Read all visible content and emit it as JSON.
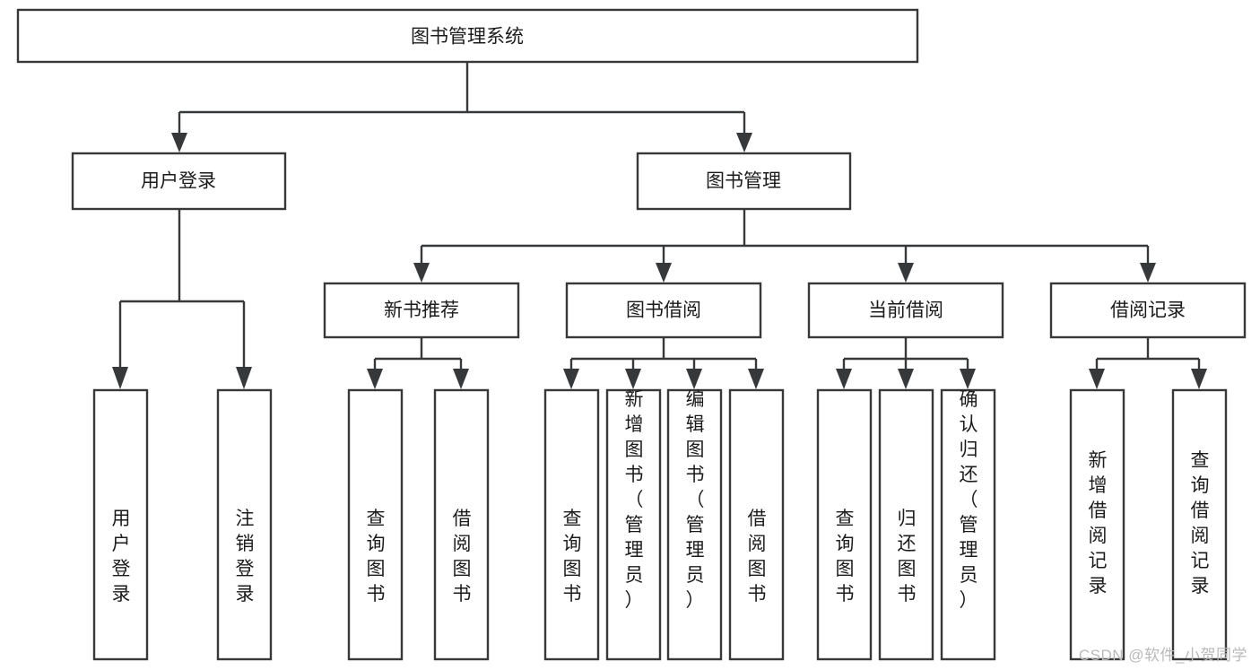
{
  "diagram": {
    "type": "tree-hierarchy",
    "title": "图书管理系统",
    "orientation": "top-down",
    "root": {
      "id": "root",
      "label": "图书管理系统",
      "level": 0
    },
    "level1": [
      {
        "id": "user-login",
        "label": "用户登录"
      },
      {
        "id": "book-manage",
        "label": "图书管理"
      }
    ],
    "level2": [
      {
        "id": "new-book-recommend",
        "label": "新书推荐",
        "parent": "book-manage"
      },
      {
        "id": "book-borrow",
        "label": "图书借阅",
        "parent": "book-manage"
      },
      {
        "id": "current-borrow",
        "label": "当前借阅",
        "parent": "book-manage"
      },
      {
        "id": "borrow-record",
        "label": "借阅记录",
        "parent": "book-manage"
      }
    ],
    "leaves": {
      "user-login": [
        {
          "id": "leaf-user-login",
          "label": "用户登录"
        },
        {
          "id": "leaf-user-logout",
          "label": "注销登录"
        }
      ],
      "new-book-recommend": [
        {
          "id": "leaf-query-book-1",
          "label": "查询图书"
        },
        {
          "id": "leaf-borrow-book-1",
          "label": "借阅图书"
        }
      ],
      "book-borrow": [
        {
          "id": "leaf-query-book-2",
          "label": "查询图书"
        },
        {
          "id": "leaf-add-book",
          "label": "新增图书（管理员）"
        },
        {
          "id": "leaf-edit-book",
          "label": "编辑图书（管理员）"
        },
        {
          "id": "leaf-borrow-book-2",
          "label": "借阅图书"
        }
      ],
      "current-borrow": [
        {
          "id": "leaf-query-book-3",
          "label": "查询图书"
        },
        {
          "id": "leaf-return-book",
          "label": "归还图书"
        },
        {
          "id": "leaf-confirm-return",
          "label": "确认归还（管理员）"
        }
      ],
      "borrow-record": [
        {
          "id": "leaf-add-record",
          "label": "新增借阅记录"
        },
        {
          "id": "leaf-query-record",
          "label": "查询借阅记录"
        }
      ]
    }
  },
  "colors": {
    "box_stroke": "#37383a",
    "box_fill": "#ffffff",
    "text": "#1b1b1b",
    "background": "#ffffff",
    "watermark": "#b9b9b9"
  },
  "watermark": {
    "text": "CSDN @软件_小贺同学"
  }
}
